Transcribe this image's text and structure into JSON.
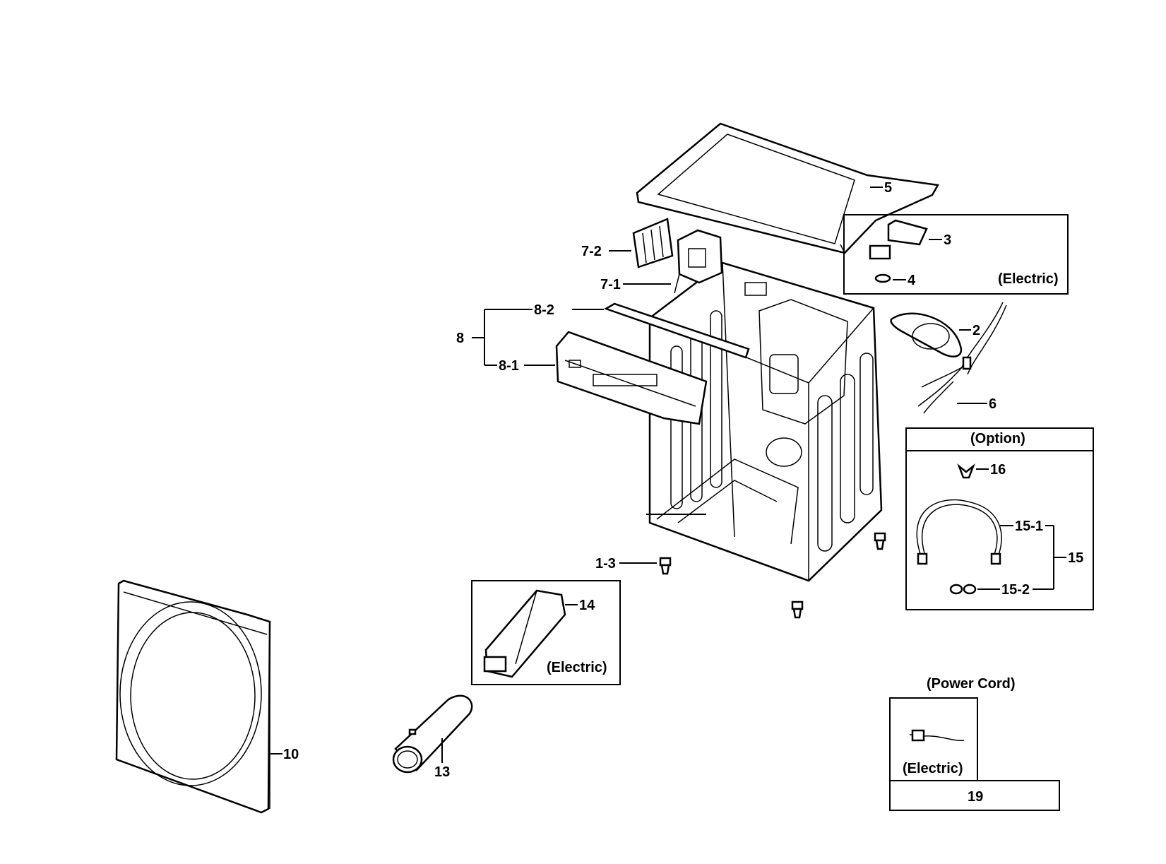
{
  "labels": {
    "p5": "5",
    "p3": "3",
    "p4": "4",
    "p2": "2",
    "p6": "6",
    "p7_2": "7-2",
    "p7_1": "7-1",
    "p8": "8",
    "p8_2": "8-2",
    "p8_1": "8-1",
    "p1_3": "1-3",
    "p14": "14",
    "p16": "16",
    "p15": "15",
    "p15_1": "15-1",
    "p15_2": "15-2",
    "p10": "10",
    "p13": "13",
    "p19": "19"
  },
  "boxes": {
    "electric_top": "(Electric)",
    "electric_heater": "(Electric)",
    "option": "(Option)",
    "power_cord_title": "(Power Cord)",
    "power_cord_electric": "(Electric)"
  }
}
